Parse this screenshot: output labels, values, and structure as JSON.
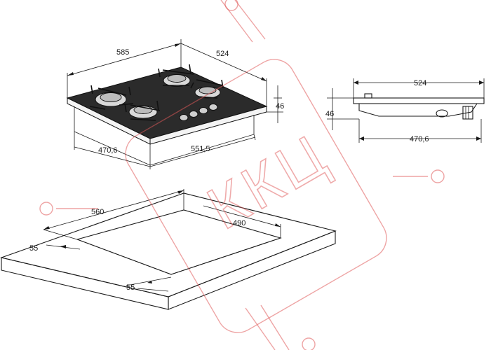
{
  "dimensions": {
    "hob_width": "585",
    "hob_depth": "524",
    "hob_height": "46",
    "hob_base_depth": "470,6",
    "hob_base_width": "551,5",
    "side_depth": "524",
    "side_height": "46",
    "side_base_depth": "470,6",
    "cutout_width": "560",
    "cutout_depth": "490",
    "cutout_margin_side": "55",
    "cutout_margin_front": "55"
  },
  "watermark": {
    "text": "ККЦ",
    "color": "#e05a5a"
  }
}
